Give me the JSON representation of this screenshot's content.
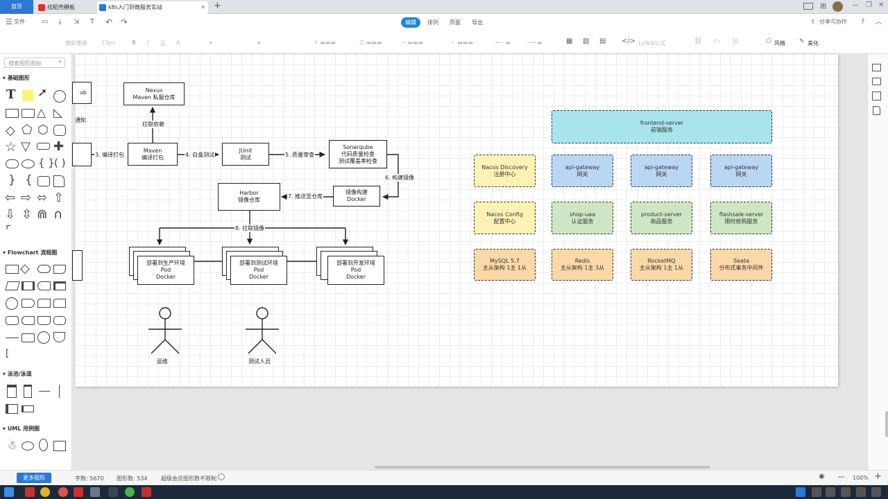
{
  "tabs": [
    {
      "label": "首页"
    },
    {
      "label": "找稻壳模板"
    },
    {
      "label": "k8s入门到微服务实战"
    }
  ],
  "menu": {
    "file": "文件",
    "share": "分享与协作",
    "help": "?"
  },
  "modes": [
    "编辑",
    "排列",
    "页面",
    "导出"
  ],
  "format_toolbar": {
    "font": "微软雅黑",
    "size": "13px",
    "latex": "LaTeX公式",
    "style": "风格",
    "beautify": "美化"
  },
  "sidebar": {
    "search_placeholder": "搜索图形图标",
    "sections": [
      "基础图形",
      "Flowchart 流程图",
      "泳池/泳道",
      "UML 用例图"
    ],
    "more_button": "更多图形"
  },
  "flow": {
    "partial_top": "ub",
    "partial_notify": "通知",
    "nexus": [
      "Nexus",
      "Maven 私服仓库"
    ],
    "maven": [
      "Maven",
      "编译打包"
    ],
    "junit": [
      "JUnit",
      "测试"
    ],
    "sonar": [
      "Sonarqube",
      "代码质量检查",
      "测试覆盖率检查"
    ],
    "harbor": [
      "Harbor",
      "镜像仓库"
    ],
    "docker_build": [
      "镜像构建",
      "Docker"
    ],
    "deploy_prod": [
      "部署到生产环境",
      "Pod",
      "Docker"
    ],
    "deploy_test": [
      "部署到测试环境",
      "Pod",
      "Docker"
    ],
    "deploy_dev": [
      "部署到开发环境",
      "Pod",
      "Docker"
    ],
    "edges": {
      "pull_dep": "拉取依赖",
      "step3": "3. 编译打包",
      "step4": "4. 白盒测试",
      "step5": "5. 质量审查",
      "step6": "6. 构建镜像",
      "step7": "7. 推送至仓库",
      "step8": "8. 拉取镜像"
    },
    "actor_ops": "运维",
    "actor_qa": "测试人员"
  },
  "arch": {
    "frontend": [
      "frontend-server",
      "前端服务"
    ],
    "row1": [
      {
        "title": "Nacos Discovery",
        "sub": "注册中心"
      },
      {
        "title": "api-gateway",
        "sub": "网关"
      },
      {
        "title": "api-gateway",
        "sub": "网关"
      },
      {
        "title": "api-gateway",
        "sub": "网关"
      }
    ],
    "row2": [
      {
        "title": "Nacos Config",
        "sub": "配置中心"
      },
      {
        "title": "shop-uaa",
        "sub": "认证服务"
      },
      {
        "title": "product-server",
        "sub": "商品服务"
      },
      {
        "title": "flashsale-server",
        "sub": "限时抢购服务"
      }
    ],
    "row3": [
      {
        "title": "MySQL 5.7",
        "sub": "主从架构 1主 1从"
      },
      {
        "title": "Redis",
        "sub": "主从架构 1主 3从"
      },
      {
        "title": "RocketMQ",
        "sub": "主从架构 1主 1从"
      },
      {
        "title": "Seata",
        "sub": "分布式事务中间件"
      }
    ],
    "colors": {
      "cyan": "#a8e4ec",
      "yellow": "#fdf2b5",
      "blue": "#b9d6f3",
      "green": "#cfe6c4",
      "orange": "#fad8a8"
    }
  },
  "status": {
    "words": "字数: 5670",
    "shapes": "图形数: 534",
    "vip": "超级会员图形数不限制",
    "zoom": "100%"
  }
}
